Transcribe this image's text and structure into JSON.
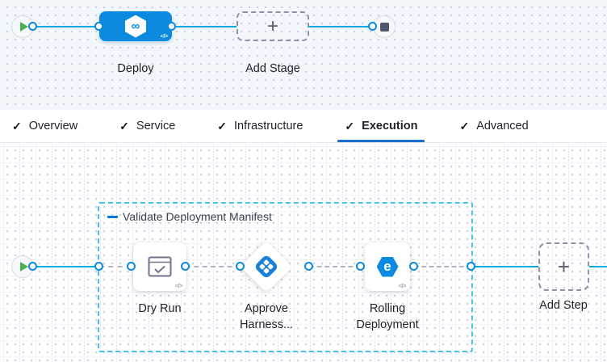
{
  "colors": {
    "node_blue": "#0b8ae0",
    "connector_blue": "#00a9e6",
    "tab_underline_blue": "#1a6ecb",
    "play_green": "#4caf50",
    "group_dash_cyan": "#45c3ea",
    "dashed_gray": "#b3b4c7",
    "text_dark": "#1f2127",
    "icon_slate": "#717389"
  },
  "icons": {
    "plus": "+",
    "code": "</>",
    "check": "✓",
    "pipeline_infinity": "∞",
    "rolling_arrow": "e"
  },
  "stage_graph": {
    "stage": {
      "label": "Deploy"
    },
    "add_stage": {
      "label": "Add Stage"
    }
  },
  "tabs": [
    {
      "label": "Overview",
      "active": false
    },
    {
      "label": "Service",
      "active": false
    },
    {
      "label": "Infrastructure",
      "active": false
    },
    {
      "label": "Execution",
      "active": true
    },
    {
      "label": "Advanced",
      "active": false
    }
  ],
  "execution_graph": {
    "step_group": {
      "label": "Validate Deployment Manifest"
    },
    "steps": [
      {
        "label": "Dry Run"
      },
      {
        "label": "Approve Harness..."
      },
      {
        "label": "Rolling Deployment"
      }
    ],
    "add_step": {
      "label": "Add Step"
    }
  }
}
